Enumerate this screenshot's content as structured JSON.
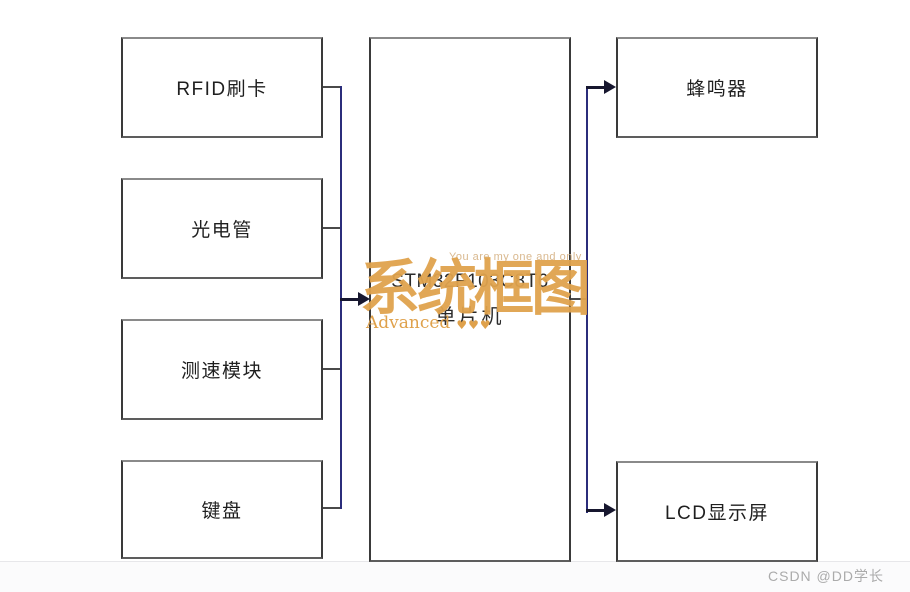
{
  "diagram": {
    "title_implicit": "系统框图",
    "inputs": [
      {
        "label": "RFID刷卡"
      },
      {
        "label": "光电管"
      },
      {
        "label": "测速模块"
      },
      {
        "label": "键盘"
      }
    ],
    "mcu": {
      "line1": "STM32F103C8T6",
      "line2": "单片机"
    },
    "outputs": [
      {
        "label": "蜂鸣器"
      },
      {
        "label": "LCD显示屏"
      }
    ],
    "colors": {
      "box_border": "#3a3a3a",
      "bus_line": "#2b2d7b",
      "connector_line": "#4a4a4a",
      "arrow": "#17172f",
      "box_text": "#1f1f1f"
    }
  },
  "watermark": {
    "tagline": "You are my one and only",
    "brand": "系统框图",
    "subbrand": "Advanced",
    "hearts": "♥♥♥",
    "brand_color": "#e0a34d",
    "tagline_color": "#d9b88e"
  },
  "footer": {
    "credit": "CSDN @DD学长",
    "credit_color": "#ababab"
  }
}
